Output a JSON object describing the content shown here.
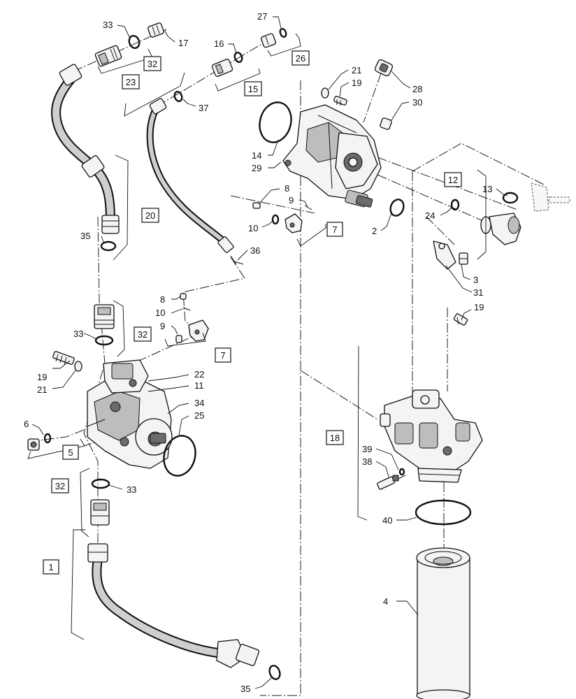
{
  "callouts": {
    "c33a": "33",
    "c17": "17",
    "c27": "27",
    "c16": "16",
    "c26": "26",
    "c32a": "32",
    "c23": "23",
    "c15": "15",
    "c37": "37",
    "c21a": "21",
    "c19a": "19",
    "c28": "28",
    "c30": "30",
    "c14": "14",
    "c29": "29",
    "c8a": "8",
    "c9a": "9",
    "c10a": "10",
    "c7a": "7",
    "c2": "2",
    "c12": "12",
    "c13": "13",
    "c24": "24",
    "c3": "3",
    "c31": "31",
    "c20": "20",
    "c35a": "35",
    "c36": "36",
    "c8b": "8",
    "c10b": "10",
    "c9b": "9",
    "c33b": "33",
    "c32b": "32",
    "c7b": "7",
    "c19b": "19",
    "c19c": "19",
    "c21b": "21",
    "c22": "22",
    "c11": "11",
    "c34": "34",
    "c25": "25",
    "c6": "6",
    "c5": "5",
    "c18": "18",
    "c39": "39",
    "c38": "38",
    "c32c": "32",
    "c33c": "33",
    "c40": "40",
    "c1": "1",
    "c4": "4",
    "c35b": "35"
  }
}
